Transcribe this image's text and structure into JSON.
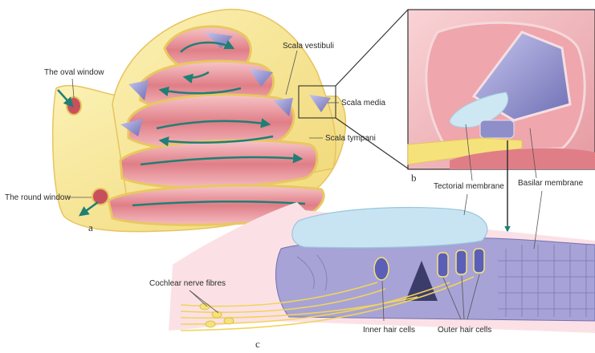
{
  "panels": {
    "a": "a",
    "b": "b",
    "c": "c"
  },
  "labels": {
    "oval_window": "The oval window",
    "round_window": "The round window",
    "scala_vestibuli": "Scala vestibuli",
    "scala_media": "Scala media",
    "scala_tympani": "Scala tympani",
    "tectorial_membrane": "Tectorial membrane",
    "basilar_membrane": "Basilar membrane",
    "cochlear_nerve_fibres": "Cochlear nerve fibres",
    "inner_hair_cells": "Inner hair cells",
    "outer_hair_cells": "Outer hair cells"
  },
  "colors": {
    "bone": "#f6e89a",
    "bone_edge": "#e8c860",
    "tissue_pink": "#f2b8bd",
    "tissue_deep": "#d9707c",
    "membrane_purple": "#9a9bd0",
    "tectorial_blue": "#bfe0ee",
    "arrow_teal": "#1f7f75",
    "nerve_yellow": "#f5e27a"
  }
}
